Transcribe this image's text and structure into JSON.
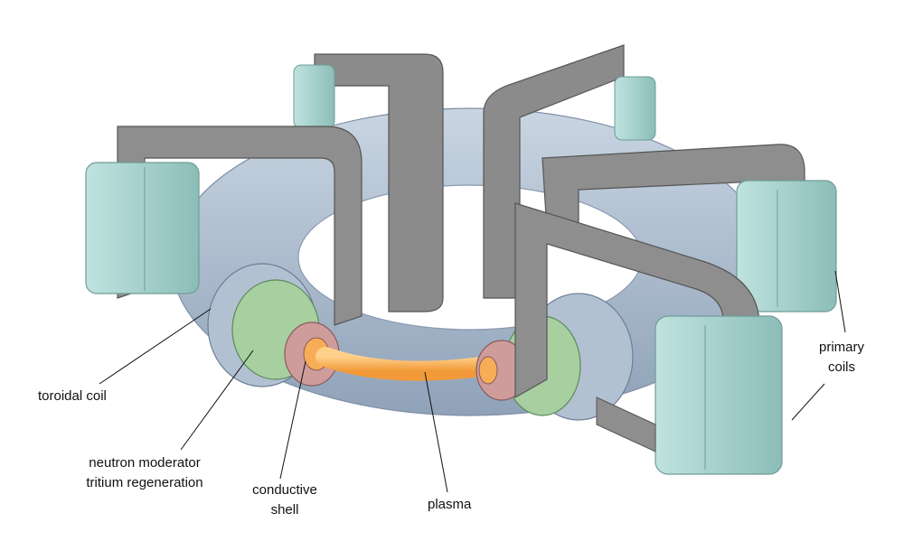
{
  "labels": {
    "toroidal_coil": "toroidal coil",
    "neutron_line1": "neutron moderator",
    "neutron_line2": "tritium regeneration",
    "conductive_line1": "conductive",
    "conductive_line2": "shell",
    "plasma": "plasma",
    "primary_line1": "primary",
    "primary_line2": "coils"
  },
  "colors": {
    "torus": "#a9b9cc",
    "coil_gray": "#7a7a7a",
    "coil_teal": "#a8d3cf",
    "moderator_green": "#a7cfa0",
    "shell_pink": "#cf9c9c",
    "plasma_orange": "#f6ad55"
  }
}
